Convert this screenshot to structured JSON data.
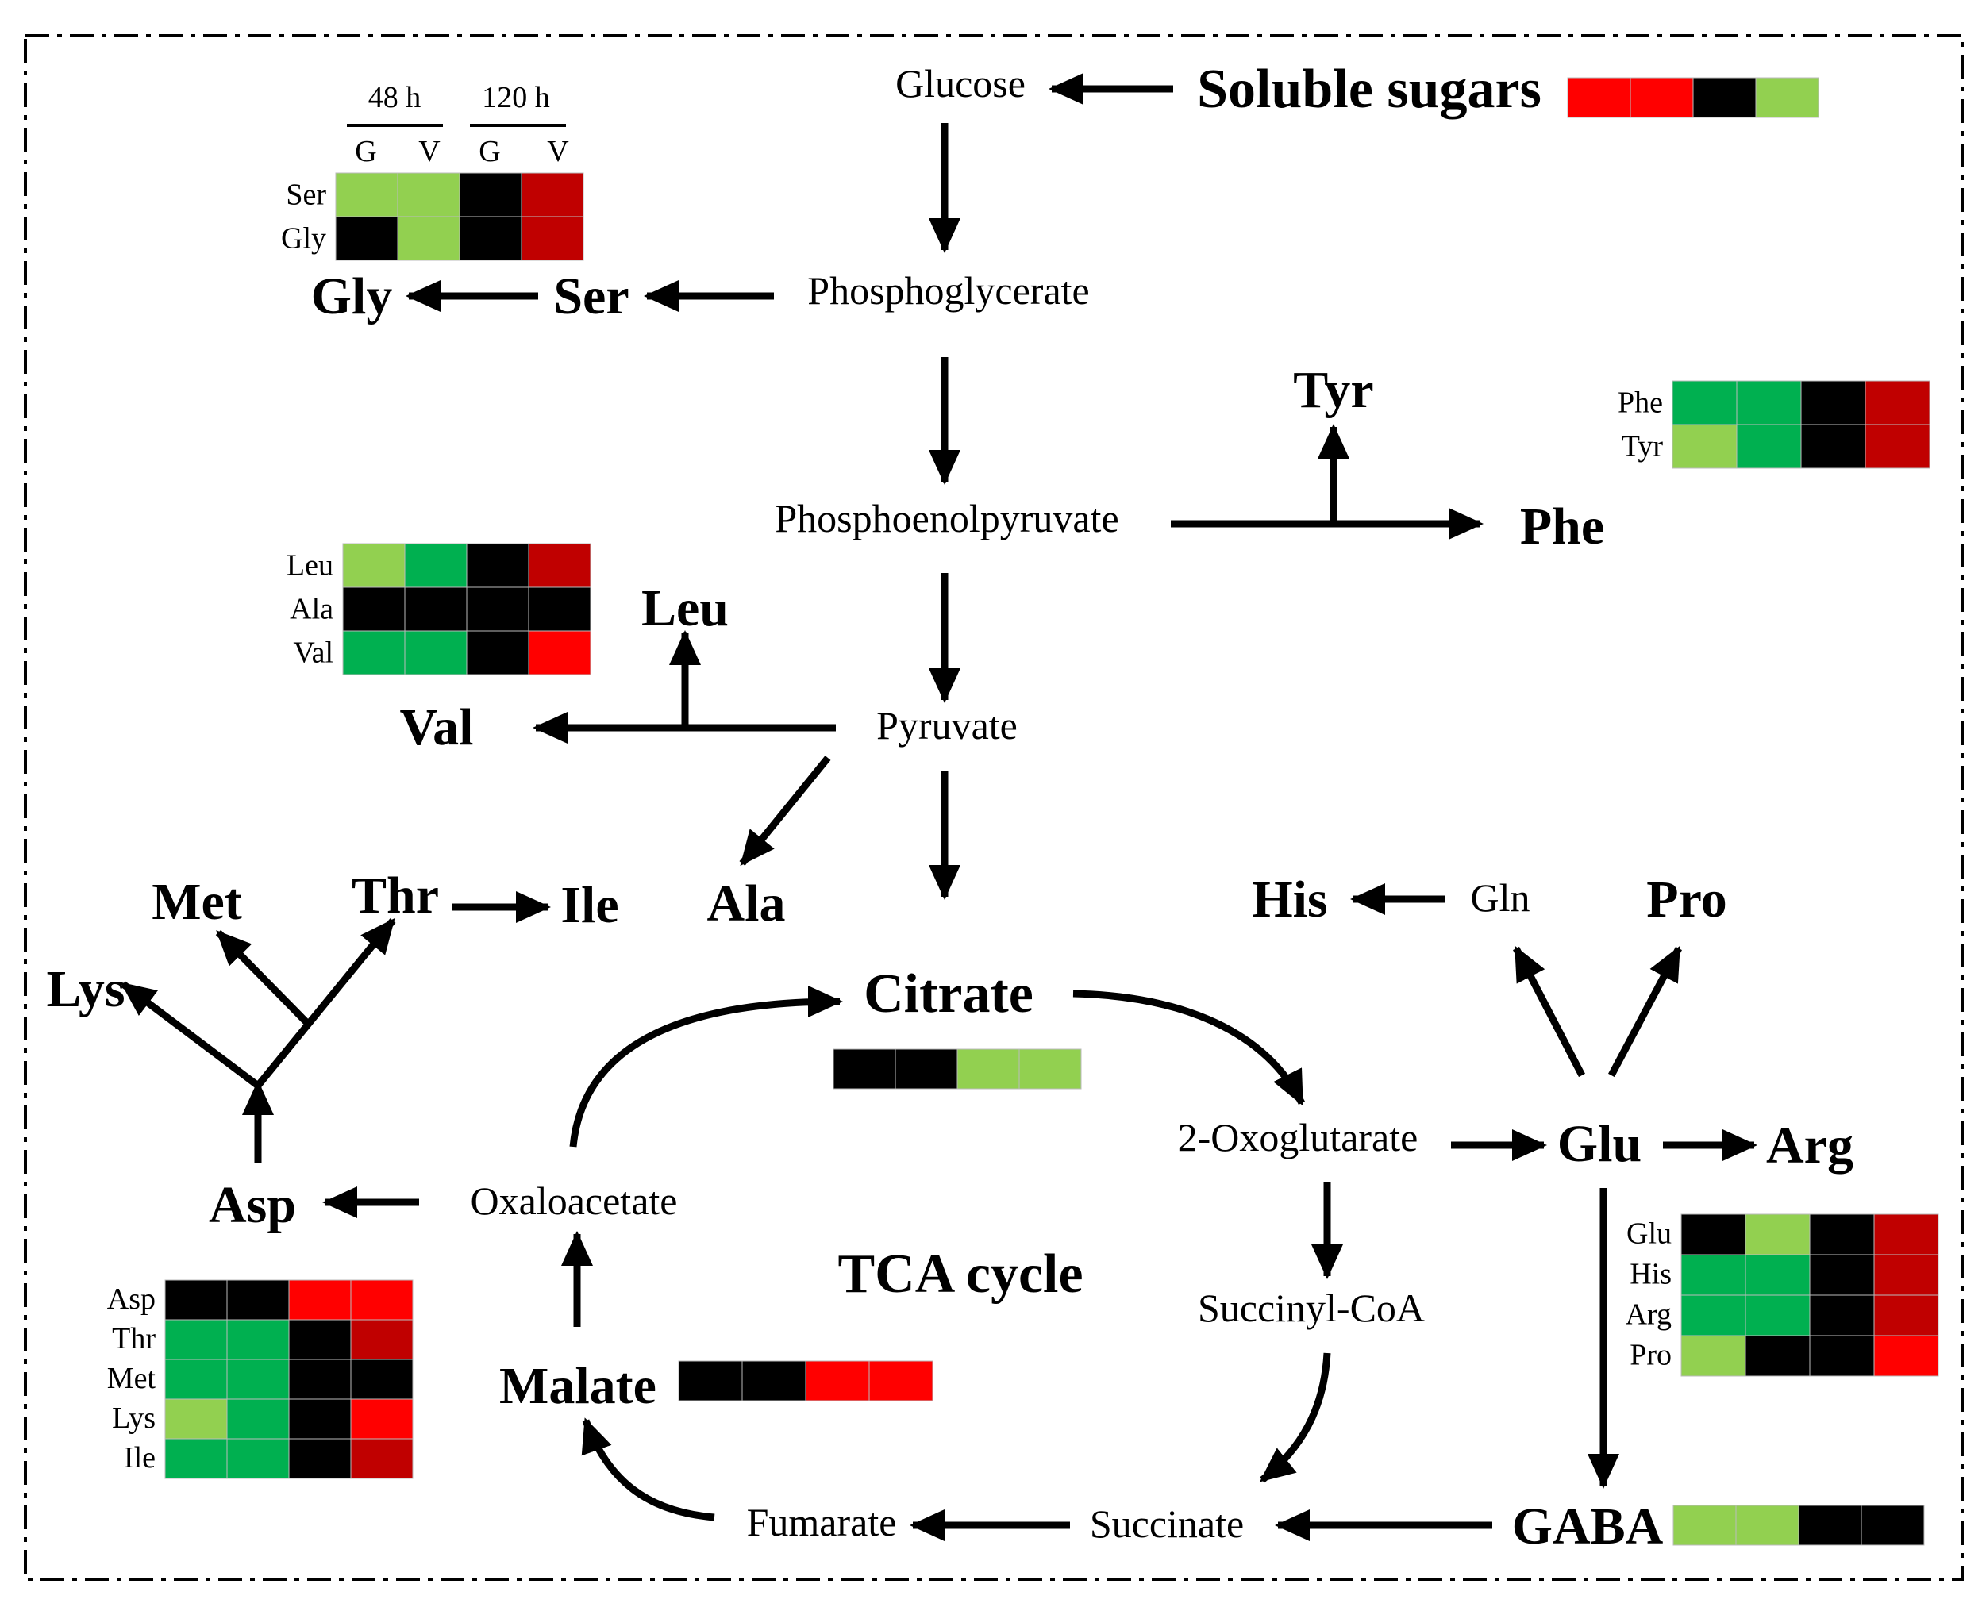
{
  "colors": {
    "red": "#ff0000",
    "dark_red": "#c00000",
    "black": "#000000",
    "light_green": "#92d050",
    "green": "#00b050"
  },
  "header": {
    "group_48h": "48 h",
    "group_120h": "120 h",
    "col_labels": [
      "G",
      "V",
      "G",
      "V"
    ]
  },
  "metabolites": {
    "glucose": "Glucose",
    "soluble_sugars": "Soluble sugars",
    "phosphoglycerate": "Phosphoglycerate",
    "ser": "Ser",
    "gly": "Gly",
    "phosphoenolpyruvate": "Phosphoenolpyruvate",
    "tyr": "Tyr",
    "phe": "Phe",
    "pyruvate": "Pyruvate",
    "leu": "Leu",
    "val": "Val",
    "ala": "Ala",
    "met": "Met",
    "thr": "Thr",
    "ile": "Ile",
    "lys": "Lys",
    "asp": "Asp",
    "citrate": "Citrate",
    "oxaloacetate": "Oxaloacetate",
    "tca_cycle": "TCA cycle",
    "malate": "Malate",
    "fumarate": "Fumarate",
    "succinate": "Succinate",
    "succinyl_coa": "Succinyl-CoA",
    "oxoglutarate": "2-Oxoglutarate",
    "glu": "Glu",
    "arg": "Arg",
    "his": "His",
    "gln": "Gln",
    "pro": "Pro",
    "gaba": "GABA"
  },
  "heatmaps": {
    "ser_gly": [
      {
        "label": "Ser",
        "cells": [
          "light_green",
          "light_green",
          "black",
          "dark_red"
        ]
      },
      {
        "label": "Gly",
        "cells": [
          "black",
          "light_green",
          "black",
          "dark_red"
        ]
      }
    ],
    "phe_tyr": [
      {
        "label": "Phe",
        "cells": [
          "green",
          "green",
          "black",
          "dark_red"
        ]
      },
      {
        "label": "Tyr",
        "cells": [
          "light_green",
          "green",
          "black",
          "dark_red"
        ]
      }
    ],
    "leu_ala_val": [
      {
        "label": "Leu",
        "cells": [
          "light_green",
          "green",
          "black",
          "dark_red"
        ]
      },
      {
        "label": "Ala",
        "cells": [
          "black",
          "black",
          "black",
          "black"
        ]
      },
      {
        "label": "Val",
        "cells": [
          "green",
          "green",
          "black",
          "red"
        ]
      }
    ],
    "asp_group": [
      {
        "label": "Asp",
        "cells": [
          "black",
          "black",
          "red",
          "red"
        ]
      },
      {
        "label": "Thr",
        "cells": [
          "green",
          "green",
          "black",
          "dark_red"
        ]
      },
      {
        "label": "Met",
        "cells": [
          "green",
          "green",
          "black",
          "black"
        ]
      },
      {
        "label": "Lys",
        "cells": [
          "light_green",
          "green",
          "black",
          "red"
        ]
      },
      {
        "label": "Ile",
        "cells": [
          "green",
          "green",
          "black",
          "dark_red"
        ]
      }
    ],
    "glu_group": [
      {
        "label": "Glu",
        "cells": [
          "black",
          "light_green",
          "black",
          "dark_red"
        ]
      },
      {
        "label": "His",
        "cells": [
          "green",
          "green",
          "black",
          "dark_red"
        ]
      },
      {
        "label": "Arg",
        "cells": [
          "green",
          "green",
          "black",
          "dark_red"
        ]
      },
      {
        "label": "Pro",
        "cells": [
          "light_green",
          "black",
          "black",
          "red"
        ]
      }
    ],
    "soluble_sugars": [
      "red",
      "red",
      "black",
      "light_green"
    ],
    "citrate": [
      "black",
      "black",
      "light_green",
      "light_green"
    ],
    "malate": [
      "black",
      "black",
      "red",
      "red"
    ],
    "gaba": [
      "light_green",
      "light_green",
      "black",
      "black"
    ]
  }
}
